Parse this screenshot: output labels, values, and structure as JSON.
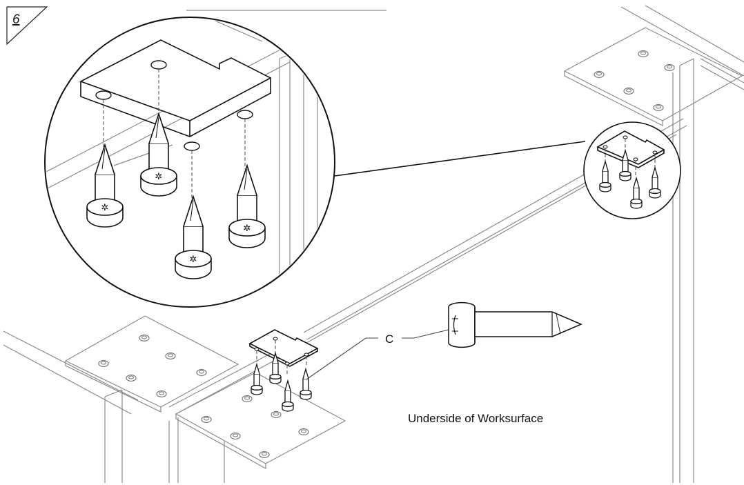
{
  "step_number": "6",
  "hardware_callout": "C",
  "caption": "Underside of Worksurface"
}
